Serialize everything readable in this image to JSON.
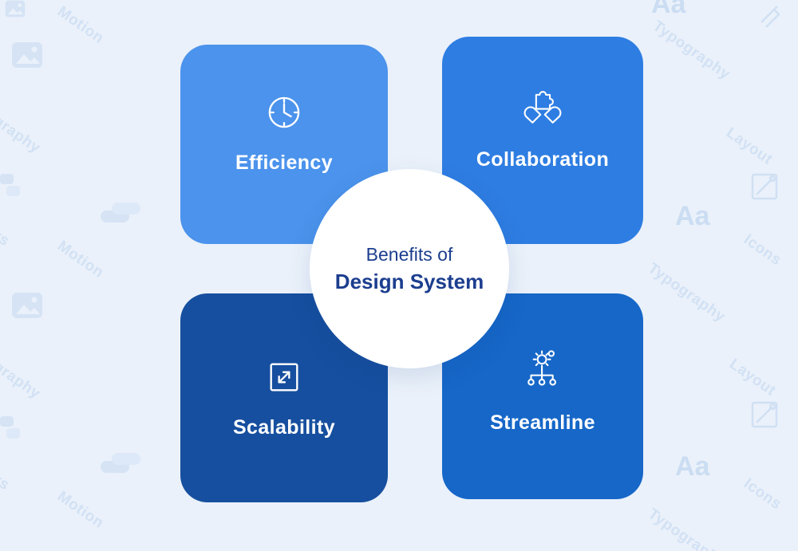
{
  "title": {
    "line1": "Benefits of",
    "line2": "Design System"
  },
  "colors": {
    "background": "#eaf1fa",
    "watermark": "#d2e1f4",
    "center_circle_bg": "#ffffff",
    "center_text": "#1c3e8f",
    "card_label": "#ffffff"
  },
  "cards": [
    {
      "id": "efficiency",
      "label": "Efficiency",
      "icon": "clock-icon",
      "color": "#4b93ec"
    },
    {
      "id": "collaboration",
      "label": "Collaboration",
      "icon": "hands-puzzle-icon",
      "color": "#2e7de2"
    },
    {
      "id": "scalability",
      "label": "Scalability",
      "icon": "expand-arrow-icon",
      "color": "#164f9f"
    },
    {
      "id": "streamline",
      "label": "Streamline",
      "icon": "gear-flowchart-icon",
      "color": "#1667c8"
    }
  ],
  "background_watermarks": [
    "Motion",
    "Aa",
    "Typography",
    "tography",
    "Layout",
    "ors",
    "Motion",
    "Aa",
    "Icons",
    "Typography",
    "tography",
    "Layout",
    "ors",
    "Motion",
    "Aa",
    "Icons",
    "Typography"
  ]
}
